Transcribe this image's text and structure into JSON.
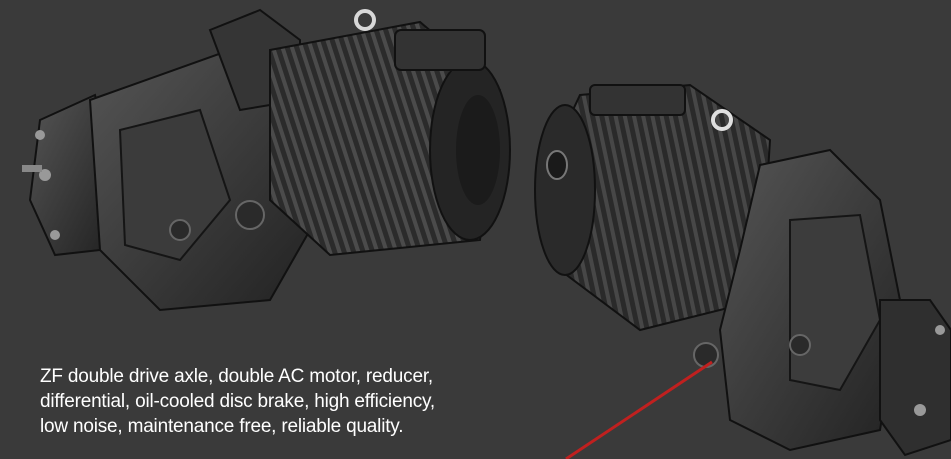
{
  "image": {
    "subject": "two electric drive axle motor assemblies",
    "background_color": "#3a3a3a",
    "accent_line_color": "#c0201f"
  },
  "caption": {
    "lines": [
      "ZF double drive axle, double AC motor, reducer,",
      "differential, oil-cooled disc brake, high efficiency,",
      "low noise, maintenance free, reliable quality."
    ]
  }
}
